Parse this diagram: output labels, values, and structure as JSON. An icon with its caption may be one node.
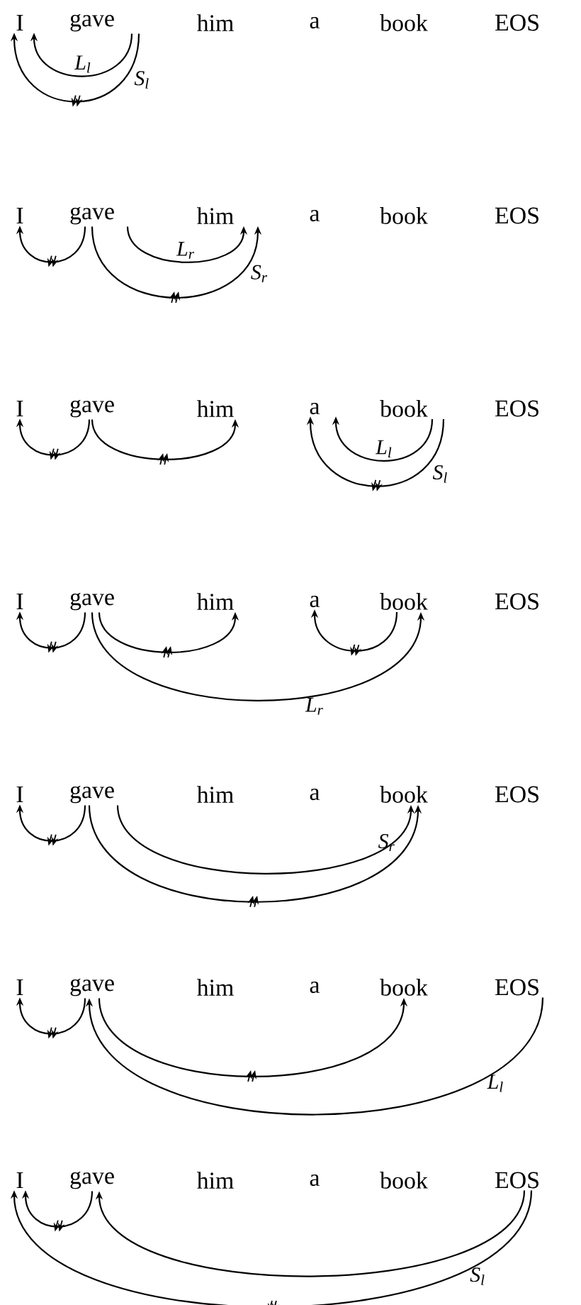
{
  "diagram": {
    "nodes": [
      {
        "text": [
          "I"
        ]
      },
      {
        "text": [
          "gave"
        ]
      },
      {
        "text": [
          "him"
        ]
      },
      {
        "text": [
          "a"
        ]
      },
      {
        "text": [
          "book"
        ]
      },
      {
        "text": [
          "EOS"
        ]
      },
      {
        "text": [
          "I"
        ]
      },
      {
        "text": [
          "gave"
        ]
      },
      {
        "text": [
          "him"
        ]
      },
      {
        "text": [
          "a"
        ]
      },
      {
        "text": [
          "book"
        ]
      },
      {
        "text": [
          "EOS"
        ]
      },
      {
        "text": [
          "I"
        ]
      },
      {
        "text": [
          "gave"
        ]
      },
      {
        "text": [
          "him"
        ]
      },
      {
        "text": [
          "a"
        ]
      },
      {
        "text": [
          "book"
        ]
      },
      {
        "text": [
          "EOS"
        ]
      },
      {
        "text": [
          "I"
        ]
      },
      {
        "text": [
          "gave"
        ]
      },
      {
        "text": [
          "him"
        ]
      },
      {
        "text": [
          "a"
        ]
      },
      {
        "text": [
          "book"
        ]
      },
      {
        "text": [
          "EOS"
        ]
      },
      {
        "text": [
          "I"
        ]
      },
      {
        "text": [
          "gave"
        ]
      },
      {
        "text": [
          "him"
        ]
      },
      {
        "text": [
          "a"
        ]
      },
      {
        "text": [
          "book"
        ]
      },
      {
        "text": [
          "EOS"
        ]
      },
      {
        "text": [
          "I"
        ]
      },
      {
        "text": [
          "gave"
        ]
      },
      {
        "text": [
          "him"
        ]
      },
      {
        "text": [
          "a"
        ]
      },
      {
        "text": [
          "book"
        ]
      },
      {
        "text": [
          "EOS"
        ]
      },
      {
        "text": [
          "I"
        ]
      },
      {
        "text": [
          "gave"
        ]
      },
      {
        "text": [
          "him"
        ]
      },
      {
        "text": [
          "a"
        ]
      },
      {
        "text": [
          "book"
        ]
      },
      {
        "text": [
          "EOS"
        ]
      }
    ],
    "edges": [
      {
        "from": 1,
        "to": 0,
        "arrow": "to",
        "label": "L$_{l}$"
      },
      {
        "from": 1,
        "to": 0,
        "arrow": "to",
        "label": "S$_{l}$"
      },
      {
        "from": 7,
        "to": 6,
        "arrow": "to"
      },
      {
        "from": 7,
        "to": 8,
        "arrow": "to",
        "label": "L$_{r}$"
      },
      {
        "from": 7,
        "to": 8,
        "arrow": "to",
        "label": "S$_{r}$"
      },
      {
        "from": 13,
        "to": 12,
        "arrow": "to"
      },
      {
        "from": 13,
        "to": 14,
        "arrow": "to"
      },
      {
        "from": 16,
        "to": 15,
        "arrow": "to",
        "label": "L$_{l}$"
      },
      {
        "from": 16,
        "to": 15,
        "arrow": "to",
        "label": "S$_{l}$"
      },
      {
        "from": 19,
        "to": 18,
        "arrow": "to"
      },
      {
        "from": 19,
        "to": 20,
        "arrow": "to"
      },
      {
        "from": 22,
        "to": 21,
        "arrow": "to"
      },
      {
        "from": 19,
        "to": 22,
        "arrow": "to",
        "label": "L$_{r}$"
      },
      {
        "from": 25,
        "to": 24,
        "arrow": "to"
      },
      {
        "from": 25,
        "to": 28,
        "arrow": "to"
      },
      {
        "from": 25,
        "to": 28,
        "arrow": "to",
        "label": "S$_{r}$"
      },
      {
        "from": 31,
        "to": 30,
        "arrow": "to"
      },
      {
        "from": 31,
        "to": 34,
        "arrow": "to"
      },
      {
        "from": 35,
        "to": 31,
        "arrow": "to",
        "label": "L$_{l}$"
      },
      {
        "from": 37,
        "to": 36,
        "arrow": "to"
      },
      {
        "from": 41,
        "to": 37,
        "arrow": "to"
      },
      {
        "from": 41,
        "to": 36,
        "arrow": "to",
        "label": "S$_{l}$"
      }
    ]
  }
}
